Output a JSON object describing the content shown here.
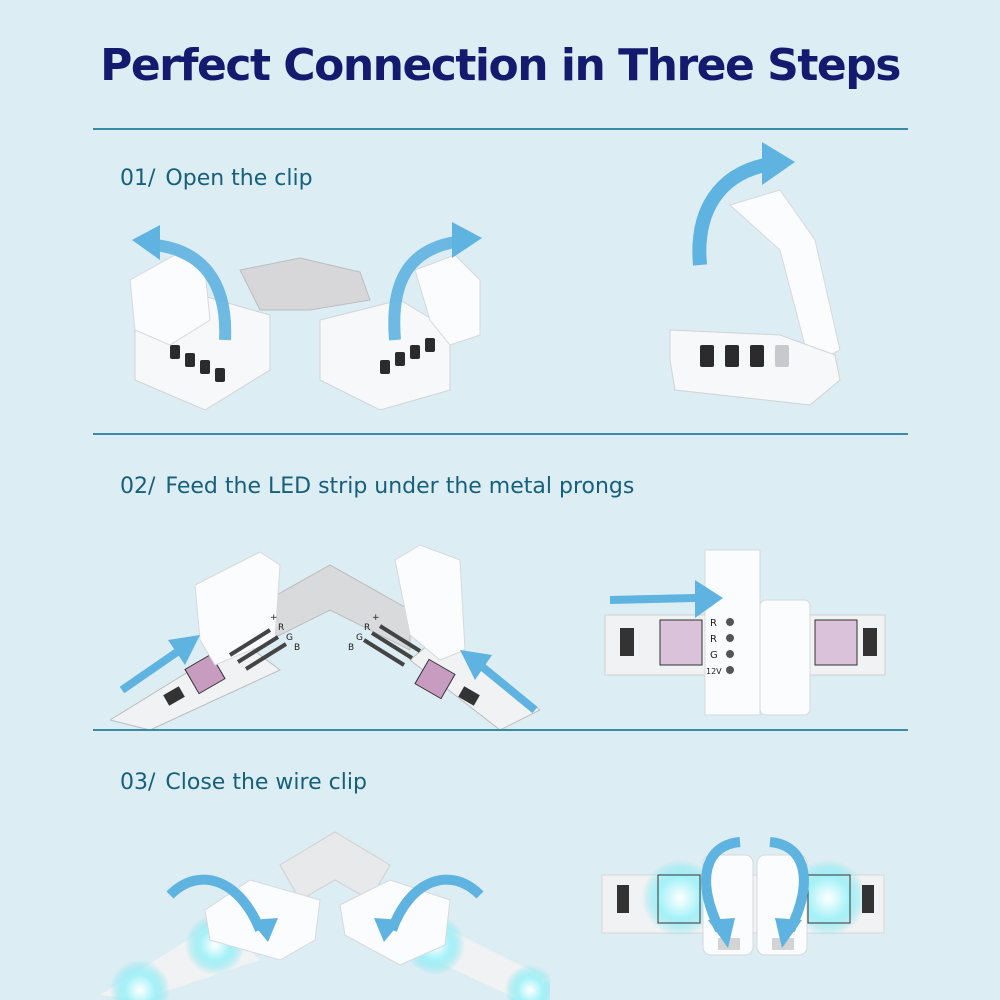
{
  "title": "Perfect Connection in Three Steps",
  "colors": {
    "background": "#dcedf3",
    "title": "#141a6e",
    "step_text": "#17607c",
    "divider": "#3a8aa3",
    "arrow": "#5eb3e0",
    "led_glow": "#5fe3f0"
  },
  "steps": [
    {
      "number": "01/",
      "label": "Open the clip",
      "illustrations": [
        {
          "name": "l-connector-clips-open",
          "arrows": [
            "curved-arrow-up-left",
            "curved-arrow-up-right"
          ]
        },
        {
          "name": "single-clip-opening",
          "arrows": [
            "curved-arrow-up-right"
          ]
        }
      ]
    },
    {
      "number": "02/",
      "label": "Feed the LED strip under the metal prongs",
      "illustrations": [
        {
          "name": "l-connector-strip-insert",
          "arrows": [
            "straight-arrow-up-right",
            "straight-arrow-up-left"
          ],
          "pin_labels_left": [
            "+",
            "R",
            "G",
            "B"
          ],
          "pin_labels_right": [
            "+",
            "R",
            "G",
            "B"
          ]
        },
        {
          "name": "straight-connector-strip-insert",
          "arrows": [
            "straight-arrow-right"
          ],
          "pin_labels": [
            "R",
            "R",
            "G",
            "12V"
          ]
        }
      ]
    },
    {
      "number": "03/",
      "label": "Close the wire clip",
      "illustrations": [
        {
          "name": "l-connector-clips-closing",
          "arrows": [
            "curved-arrow-down-right",
            "curved-arrow-down-left"
          ]
        },
        {
          "name": "straight-connector-clips-closing",
          "arrows": [
            "curved-arrow-down-left",
            "curved-arrow-down-right"
          ]
        }
      ]
    }
  ]
}
